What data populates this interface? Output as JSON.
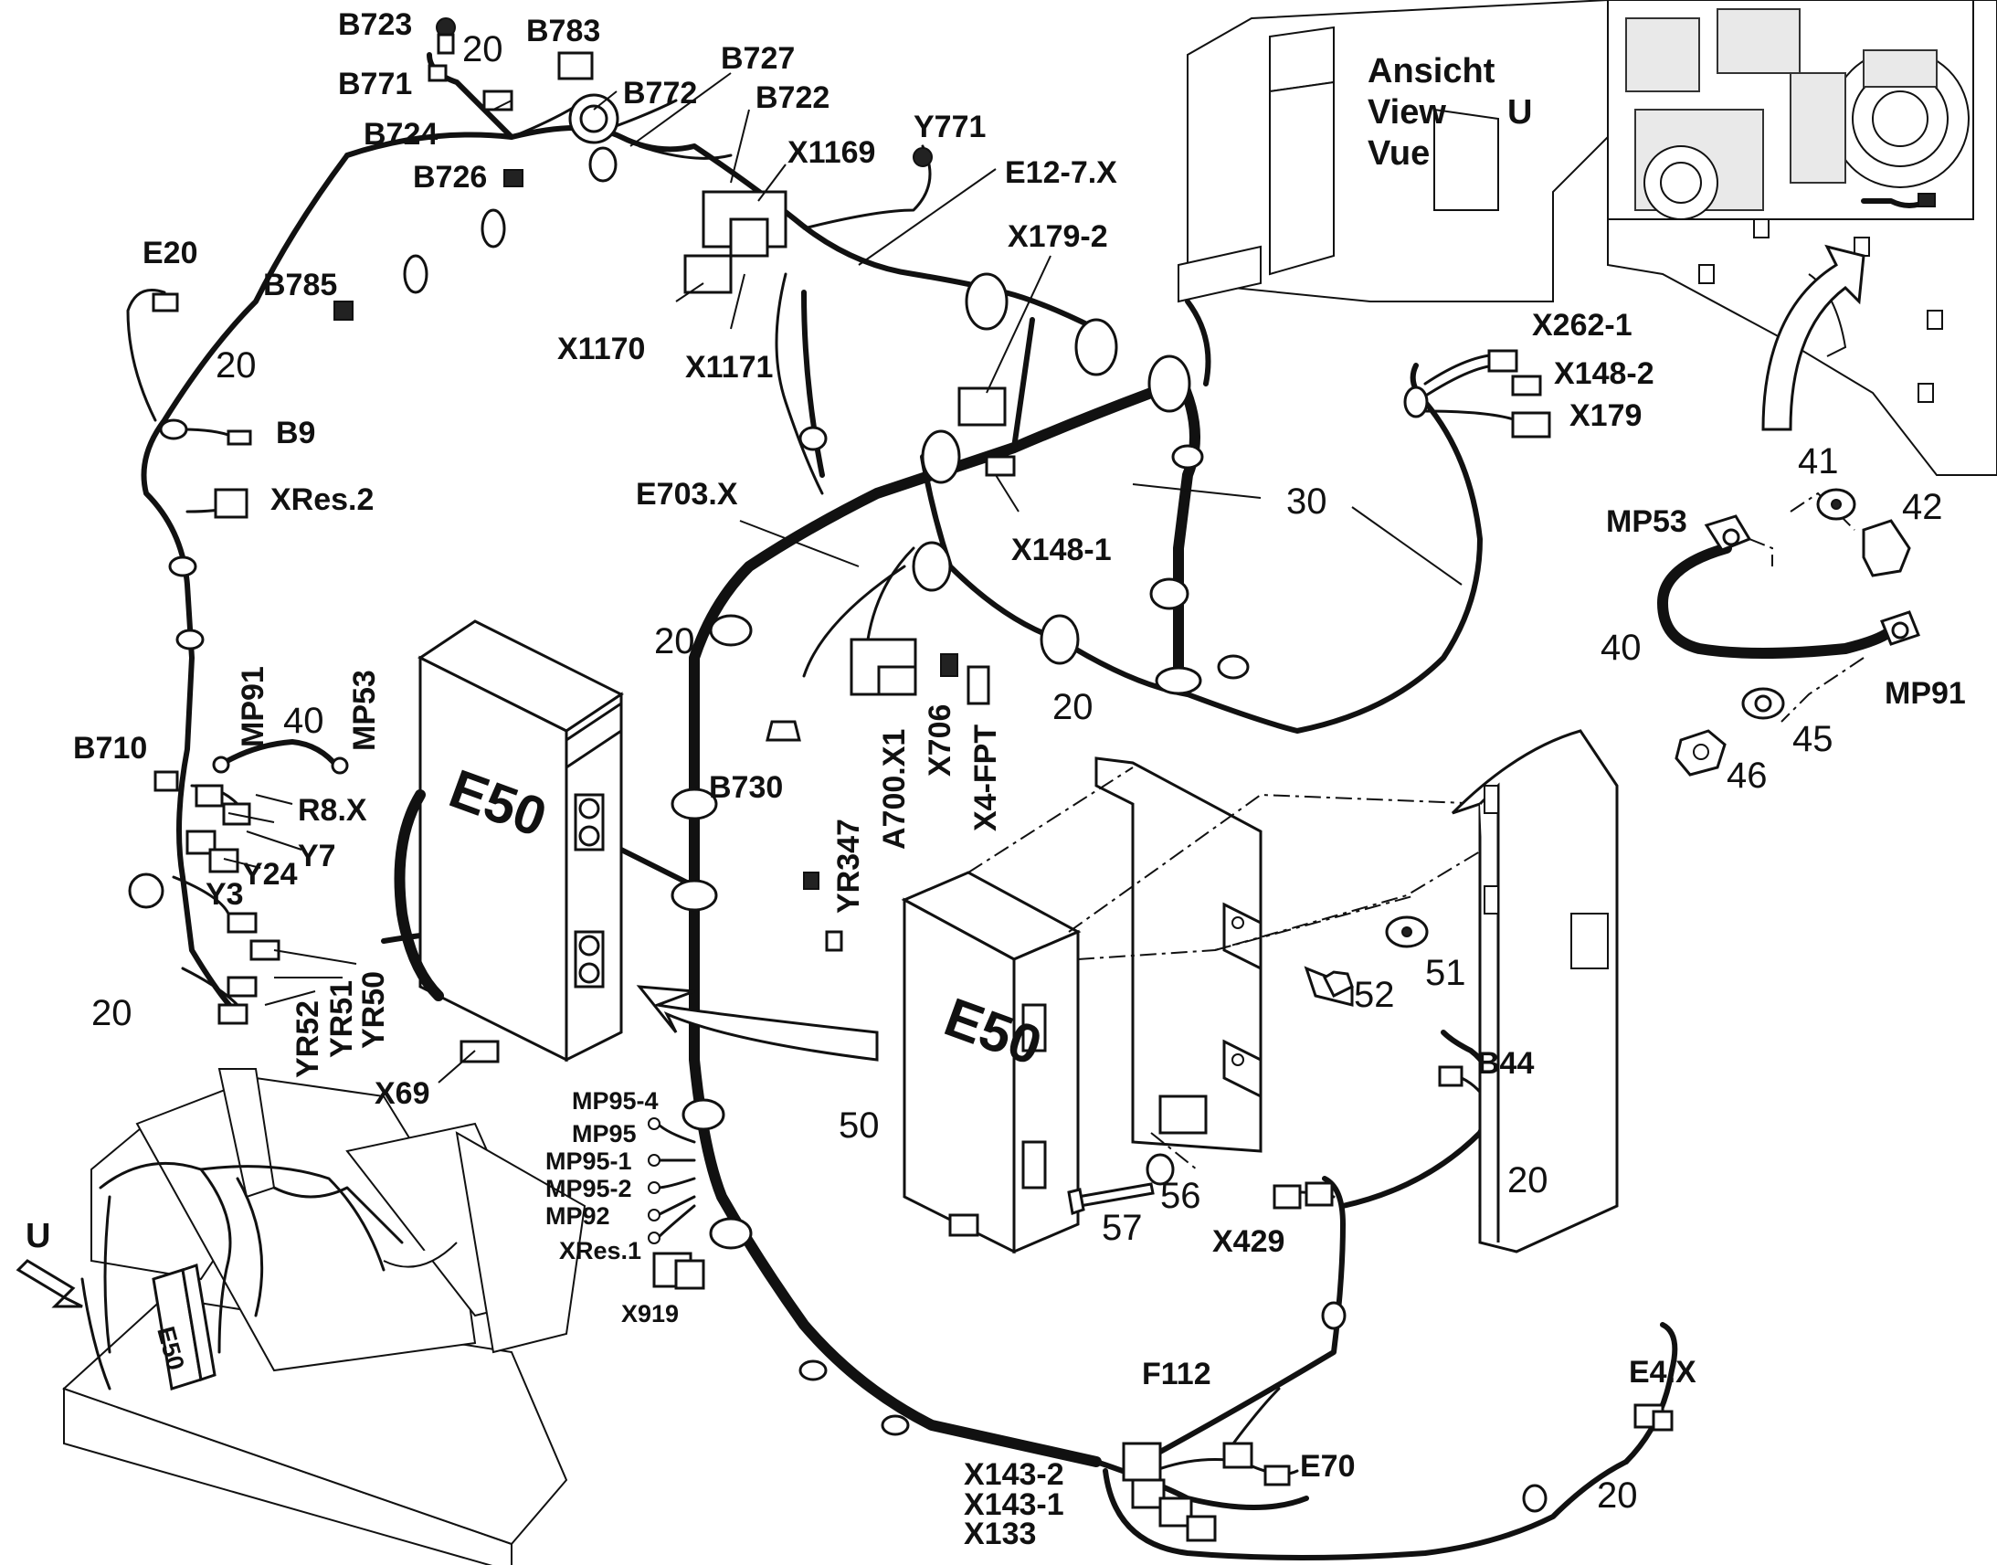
{
  "view": {
    "line1": "Ansicht",
    "line2": "View",
    "line3": "Vue",
    "letter": "U"
  },
  "inset_arrow_label": "U",
  "modules": {
    "e50_main": "E50",
    "e50_mounted": "E50",
    "e50_inset": "E50"
  },
  "labels": {
    "B723": "B723",
    "B783": "B783",
    "B771": "B771",
    "B724": "B724",
    "B727": "B727",
    "B772": "B772",
    "B722": "B722",
    "B726": "B726",
    "X1169": "X1169",
    "Y771": "Y771",
    "E12_7_X": "E12-7.X",
    "X179_2": "X179-2",
    "E20": "E20",
    "B785": "B785",
    "X1170": "X1170",
    "X1171": "X1171",
    "B9": "B9",
    "XRes_2": "XRes.2",
    "E703_X": "E703.X",
    "X148_1": "X148-1",
    "X262_1": "X262-1",
    "X148_2": "X148-2",
    "X179": "X179",
    "MP53_r": "MP53",
    "MP91_r": "MP91",
    "MP91_l": "MP91",
    "MP53_l": "MP53",
    "B710": "B710",
    "R8_X": "R8.X",
    "Y7": "Y7",
    "Y24": "Y24",
    "Y3": "Y3",
    "YR50": "YR50",
    "YR51": "YR51",
    "YR52": "YR52",
    "X69": "X69",
    "B730": "B730",
    "A700_X1": "A700.X1",
    "X706": "X706",
    "X4_FPT": "X4-FPT",
    "YR347": "YR347",
    "MP95_4": "MP95-4",
    "MP95": "MP95",
    "MP95_1": "MP95-1",
    "MP95_2": "MP95-2",
    "MP92": "MP92",
    "XRes_1": "XRes.1",
    "X919": "X919",
    "B44": "B44",
    "X429": "X429",
    "F112": "F112",
    "E70": "E70",
    "X143_2": "X143-2",
    "X143_1": "X143-1",
    "X133": "X133",
    "E4_X": "E4.X"
  },
  "numbers": {
    "n20_top": "20",
    "n20_e20": "20",
    "n20_left": "20",
    "n20_center": "20",
    "n20_mid": "20",
    "n20_b44": "20",
    "n20_e4": "20",
    "n30": "30",
    "n40_left": "40",
    "n40_right": "40",
    "n41": "41",
    "n42": "42",
    "n45": "45",
    "n46": "46",
    "n50": "50",
    "n51": "51",
    "n52": "52",
    "n56": "56",
    "n57": "57"
  }
}
